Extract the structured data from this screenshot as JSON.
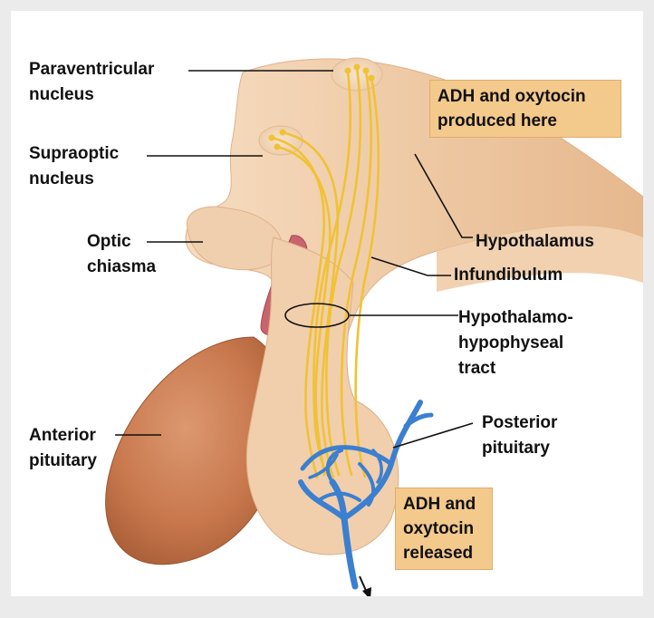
{
  "labels": {
    "paraventricular": [
      "Paraventricular",
      "nucleus"
    ],
    "supraoptic": [
      "Supraoptic",
      "nucleus"
    ],
    "optic_chiasma": [
      "Optic",
      "chiasma"
    ],
    "hypothalamus": "Hypothalamus",
    "infundibulum": "Infundibulum",
    "tract": [
      "Hypothalamo-",
      "hypophyseal",
      "tract"
    ],
    "anterior_pituitary": [
      "Anterior",
      "pituitary"
    ],
    "posterior_pituitary": [
      "Posterior",
      "pituitary"
    ]
  },
  "boxes": {
    "produced": [
      "ADH and oxytocin",
      "produced here"
    ],
    "released": [
      "ADH and",
      "oxytocin",
      "released"
    ]
  },
  "colors": {
    "tissue": "#eec9a4",
    "anterior_pituitary": "#c8774c",
    "nerve_fibers": "#f0c234",
    "blood_vessels": "#3b7fd0",
    "optic_chiasma": "#c8646d",
    "box_fill": "#f3c98c"
  }
}
